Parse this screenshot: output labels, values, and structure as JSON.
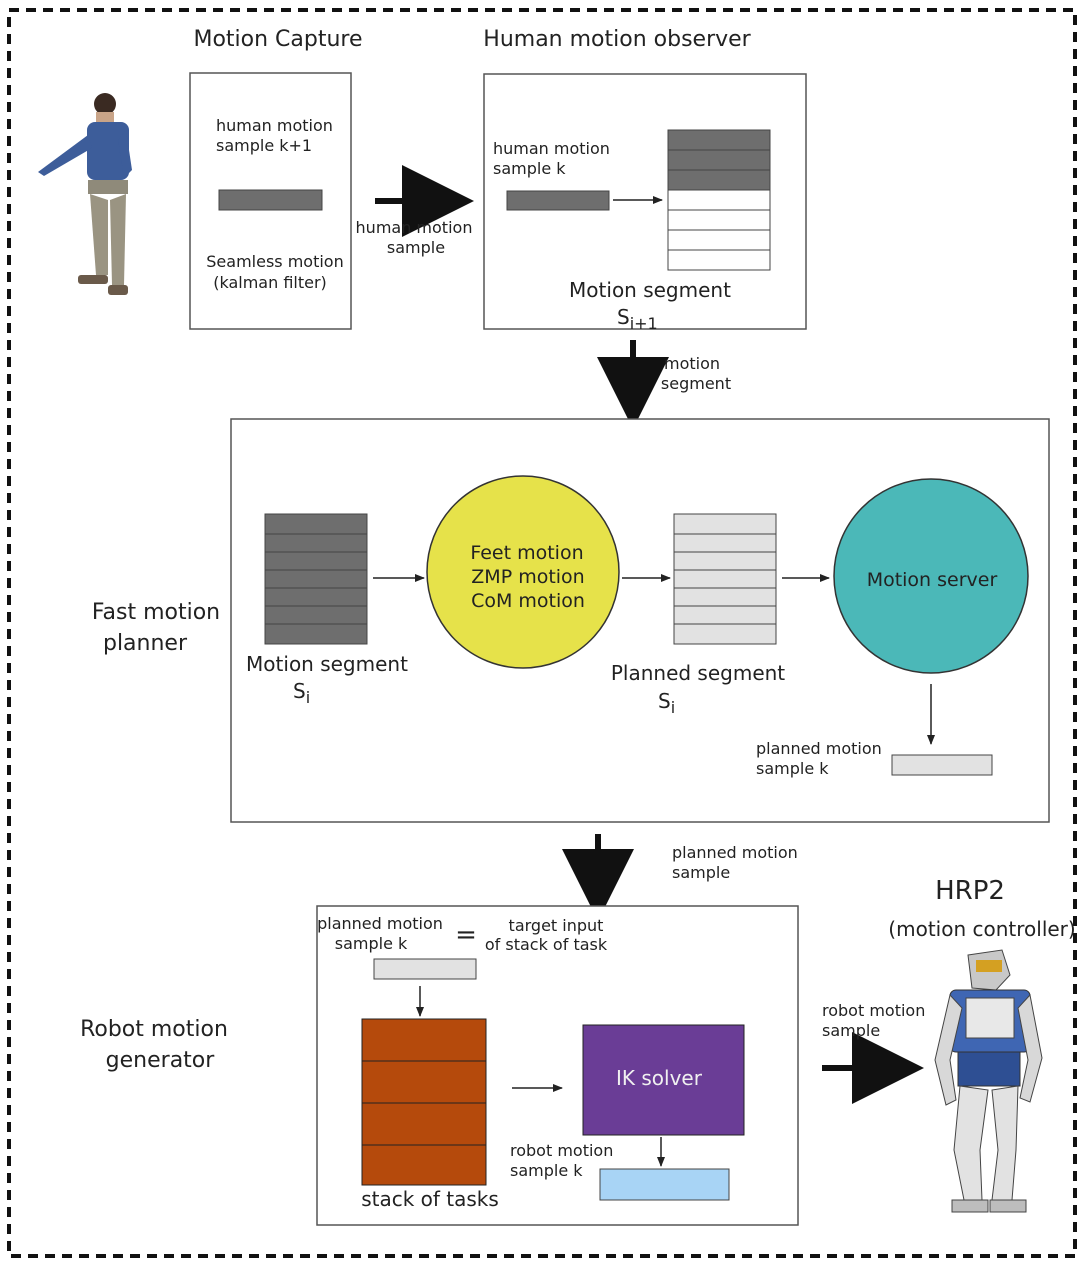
{
  "titles": {
    "motion_capture": "Motion Capture",
    "observer": "Human motion observer",
    "planner_line1": "Fast motion",
    "planner_line2": "planner",
    "generator_line1": "Robot motion",
    "generator_line2": "generator",
    "robot": "HRP2",
    "robot_sub": "(motion controller)"
  },
  "motion_capture": {
    "sample_line1": "human motion",
    "sample_line2": "sample k+1",
    "filter_line1": "Seamless motion",
    "filter_line2": "(kalman filter)"
  },
  "arrow_labels": {
    "human_sample_line1": "human motion",
    "human_sample_line2": "sample",
    "segment_line1": "motion",
    "segment_line2": "segment",
    "planned_line1": "planned motion",
    "planned_line2": "sample",
    "robot_line1": "robot motion",
    "robot_line2": "sample"
  },
  "observer": {
    "sample_line1": "human motion",
    "sample_line2": "sample k",
    "segment_label": "Motion segment",
    "segment_symbol": "S",
    "segment_sub": "i+1"
  },
  "planner": {
    "input_label": "Motion segment",
    "input_symbol": "S",
    "input_sub": "i",
    "circle_line1": "Feet motion",
    "circle_line2": "ZMP motion",
    "circle_line3": "CoM motion",
    "output_label": "Planned segment",
    "output_symbol": "S",
    "output_sub": "i",
    "server": "Motion server",
    "sample_line1": "planned motion",
    "sample_line2": "sample k"
  },
  "generator": {
    "planned_line1": "planned motion",
    "planned_line2": "sample k",
    "equals": "=",
    "target_line1": "target input",
    "target_line2": "of stack of task",
    "stack_label": "stack of tasks",
    "ik_solver": "IK solver",
    "robot_sample_line1": "robot motion",
    "robot_sample_line2": "sample k"
  },
  "colors": {
    "dark_gray": "#6e6e6e",
    "light_gray": "#e2e2e2",
    "yellow": "#e6e24a",
    "teal": "#4bb8b8",
    "orange": "#b54a0c",
    "purple": "#6a3d96",
    "light_blue": "#a8d4f5"
  }
}
